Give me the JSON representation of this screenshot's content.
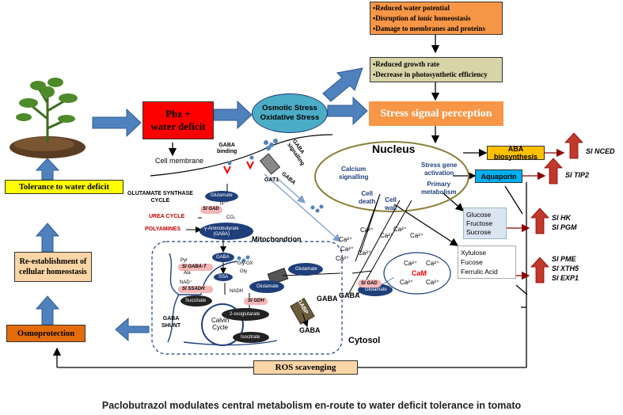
{
  "top_box": {
    "lines": [
      "▪Reduced water potential",
      "▪Disruption of ionic homeostasis",
      "▪Damage to membranes and proteins"
    ],
    "color": "#f79646"
  },
  "growth_box": {
    "lines": [
      "▪Reduced growth rate",
      "▪Decrease in photosynthetic efficiency"
    ],
    "color": "#d8d4a8"
  },
  "pbz_box": {
    "lines": [
      "Pbz +",
      "water deficit"
    ],
    "color": "#ff0000"
  },
  "osmotic_ellipse": {
    "lines": [
      "Osmotic Stress",
      "Oxidative Stress"
    ],
    "color": "#4bacc6"
  },
  "stress_perception": {
    "label": "Stress signal perception",
    "color": "#f79646"
  },
  "nucleus": {
    "title": "Nucleus",
    "calcium": [
      "Calcium",
      "signalling"
    ],
    "stress_gene": [
      "Stress gene",
      "activation"
    ],
    "primary": [
      "Primary",
      "metabolism"
    ],
    "cell_death": [
      "Cell",
      "death"
    ],
    "cell_wall": [
      "Cell",
      "wall"
    ]
  },
  "aba_box": {
    "label": "ABA biosynthesis",
    "color": "#ffc000"
  },
  "aquaporin_box": {
    "label": "Aquaporin",
    "color": "#00b0f0"
  },
  "genes": {
    "nced": "Sl NCED",
    "tip2": "Sl TIP2",
    "hk": "Sl HK",
    "pgm": "Sl PGM",
    "pme": "Sl PME",
    "xth5": "Sl XTH5",
    "exp1": "Sl EXP1"
  },
  "sugars": [
    "Glucose",
    "Fructose",
    "Sucrose"
  ],
  "cellwall_items": [
    "Xylulose",
    "Fucose",
    "Ferrulic Acid"
  ],
  "left_boxes": {
    "tolerance": {
      "label": "Tolerance to water deficit",
      "color": "#ffff00"
    },
    "reestablish": {
      "lines": [
        "Re-establishment of",
        "cellular homeostasis"
      ],
      "color": "#fbd5a5"
    },
    "osmoprotection": {
      "label": "Osmoprotection",
      "color": "#e36c09"
    }
  },
  "ros": {
    "label": "ROS scavenging",
    "color": "#fbd5a5"
  },
  "cell": {
    "membrane": "Cell membrane",
    "gaba_binding": [
      "GABA",
      "binding"
    ],
    "gaba_signalling": [
      "GABA",
      "signalling"
    ],
    "gaba": "GABA",
    "gat1": "GAT1",
    "glutamate_synthase": [
      "GLUTAMATE SYNTHASE",
      "CYCLE"
    ],
    "urea": "UREA CYCLE",
    "polyamines": "POLYAMINES",
    "glutamate": "Glutamate",
    "slgad": "Sl GAD",
    "h_plus": "H⁺",
    "co2": "CO₂",
    "aminobutyrate": [
      "γ-Aminobutyrate",
      "(GABA)"
    ],
    "mitochondrion": "Mitochondrion",
    "cytosol": "Cytosol",
    "gaba_shunt": [
      "GABA",
      "SHUNT"
    ],
    "calvin": [
      "Calvin",
      "Cycle"
    ],
    "succinate": "Succinate",
    "oxoglutarate": "2-oxoglutarate",
    "isocitrate": "Isocitrate",
    "ssa": "SSA",
    "pyr": "Pyr",
    "ala": "Ala",
    "gly_ox": "Gly-OX",
    "gly": "Gly",
    "nad": "NAD⁺",
    "nadh": "NADH",
    "gaba_t": "Sl GABA-T",
    "ssadh": "Sl SSADH",
    "gdh": "Sl GDH",
    "gabp": "GABP",
    "cam": "CaM",
    "ca": "Ca²⁺"
  },
  "caption": "Paclobutrazol modulates central metabolism en-route to water deficit tolerance in tomato"
}
